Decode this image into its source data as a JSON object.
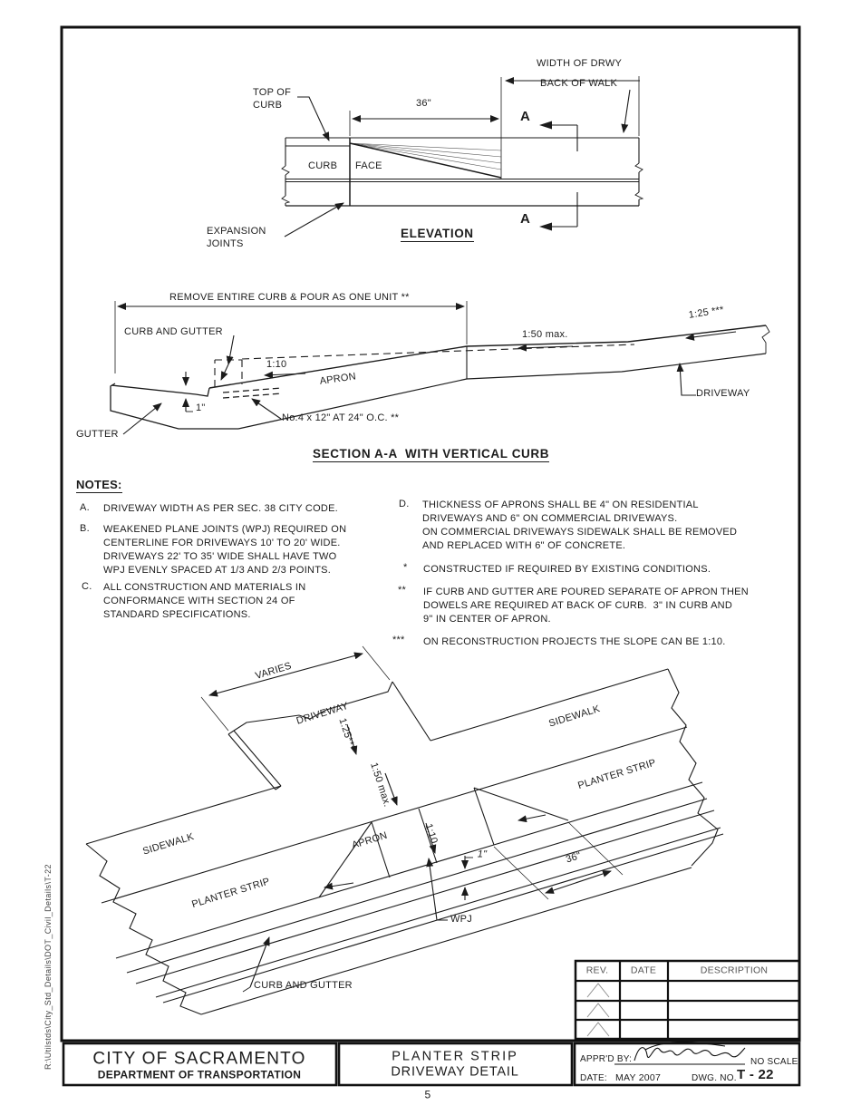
{
  "sheet": {
    "page_number": "5",
    "file_path": "R:\\Utilstds\\City_Std_Details\\DOT_Civil_Details\\T-22"
  },
  "elevation": {
    "title": "ELEVATION",
    "top_of_curb_line1": "TOP OF",
    "top_of_curb_line2": "CURB",
    "dim_36": "36\"",
    "width_of_drwy": "WIDTH OF DRWY",
    "back_of_walk": "BACK OF WALK",
    "curb": "CURB",
    "face": "FACE",
    "expansion_line1": "EXPANSION",
    "expansion_line2": "JOINTS",
    "section_marker": "A"
  },
  "section": {
    "title": "SECTION A-A  WITH VERTICAL CURB",
    "remove_note": "REMOVE ENTIRE CURB & POUR AS ONE UNIT **",
    "curb_and_gutter": "CURB AND GUTTER",
    "slope_1_10": "1:10",
    "apron": "APRON",
    "slope_1_50": "1:50 max.",
    "slope_1_25": "1:25 ***",
    "driveway": "DRIVEWAY",
    "gutter": "GUTTER",
    "dim_1in": "1\"",
    "dowel_note": "No.4 x 12\" AT 24\" O.C. **"
  },
  "notes": {
    "heading": "NOTES:",
    "items": [
      {
        "label": "A.",
        "text": "DRIVEWAY WIDTH AS PER SEC. 38 CITY CODE."
      },
      {
        "label": "B.",
        "text": "WEAKENED PLANE JOINTS (WPJ) REQUIRED ON\nCENTERLINE FOR DRIVEWAYS 10' TO 20' WIDE.\nDRIVEWAYS 22' TO 35' WIDE SHALL HAVE TWO\nWPJ EVENLY SPACED AT 1/3 AND 2/3 POINTS."
      },
      {
        "label": "C.",
        "text": "ALL CONSTRUCTION AND MATERIALS IN\nCONFORMANCE WITH SECTION 24 OF\nSTANDARD SPECIFICATIONS."
      },
      {
        "label": "D.",
        "text": "THICKNESS OF APRONS SHALL BE 4\" ON RESIDENTIAL\nDRIVEWAYS AND 6\" ON COMMERCIAL DRIVEWAYS.\nON COMMERCIAL DRIVEWAYS SIDEWALK SHALL BE REMOVED\nAND REPLACED WITH 6\" OF CONCRETE."
      },
      {
        "label": "*",
        "text": "CONSTRUCTED IF REQUIRED BY EXISTING CONDITIONS."
      },
      {
        "label": "**",
        "text": "IF CURB AND GUTTER ARE POURED SEPARATE OF APRON THEN\nDOWELS ARE REQUIRED AT BACK OF CURB.  3\" IN CURB AND\n9\" IN CENTER OF APRON."
      },
      {
        "label": "***",
        "text": "ON RECONSTRUCTION PROJECTS THE SLOPE CAN BE 1:10."
      }
    ]
  },
  "isometric": {
    "varies": "VARIES",
    "driveway": "DRIVEWAY",
    "slope_1_25": "1:25***",
    "sidewalk_right": "SIDEWALK",
    "slope_1_50": "1:50 max.",
    "planter_strip_right": "PLANTER STRIP",
    "sidewalk_left": "SIDEWALK",
    "apron": "APRON",
    "slope_1_10": "1:10",
    "planter_strip_left": "PLANTER STRIP",
    "dim_1in": "1\"",
    "dim_36": "36\"",
    "wpj": "WPJ",
    "curb_and_gutter": "CURB AND GUTTER"
  },
  "revision_table": {
    "col_rev": "REV.",
    "col_date": "DATE",
    "col_description": "DESCRIPTION"
  },
  "title_block": {
    "agency": "CITY OF SACRAMENTO",
    "department": "DEPARTMENT OF TRANSPORTATION",
    "sheet_title_line1": "PLANTER STRIP",
    "sheet_title_line2": "DRIVEWAY DETAIL",
    "apprd_by_label": "APPR'D BY:",
    "scale": "NO SCALE",
    "date_label": "DATE:",
    "date_value": "MAY 2007",
    "dwg_no_label": "DWG. NO.",
    "dwg_no_value": "T - 22"
  }
}
